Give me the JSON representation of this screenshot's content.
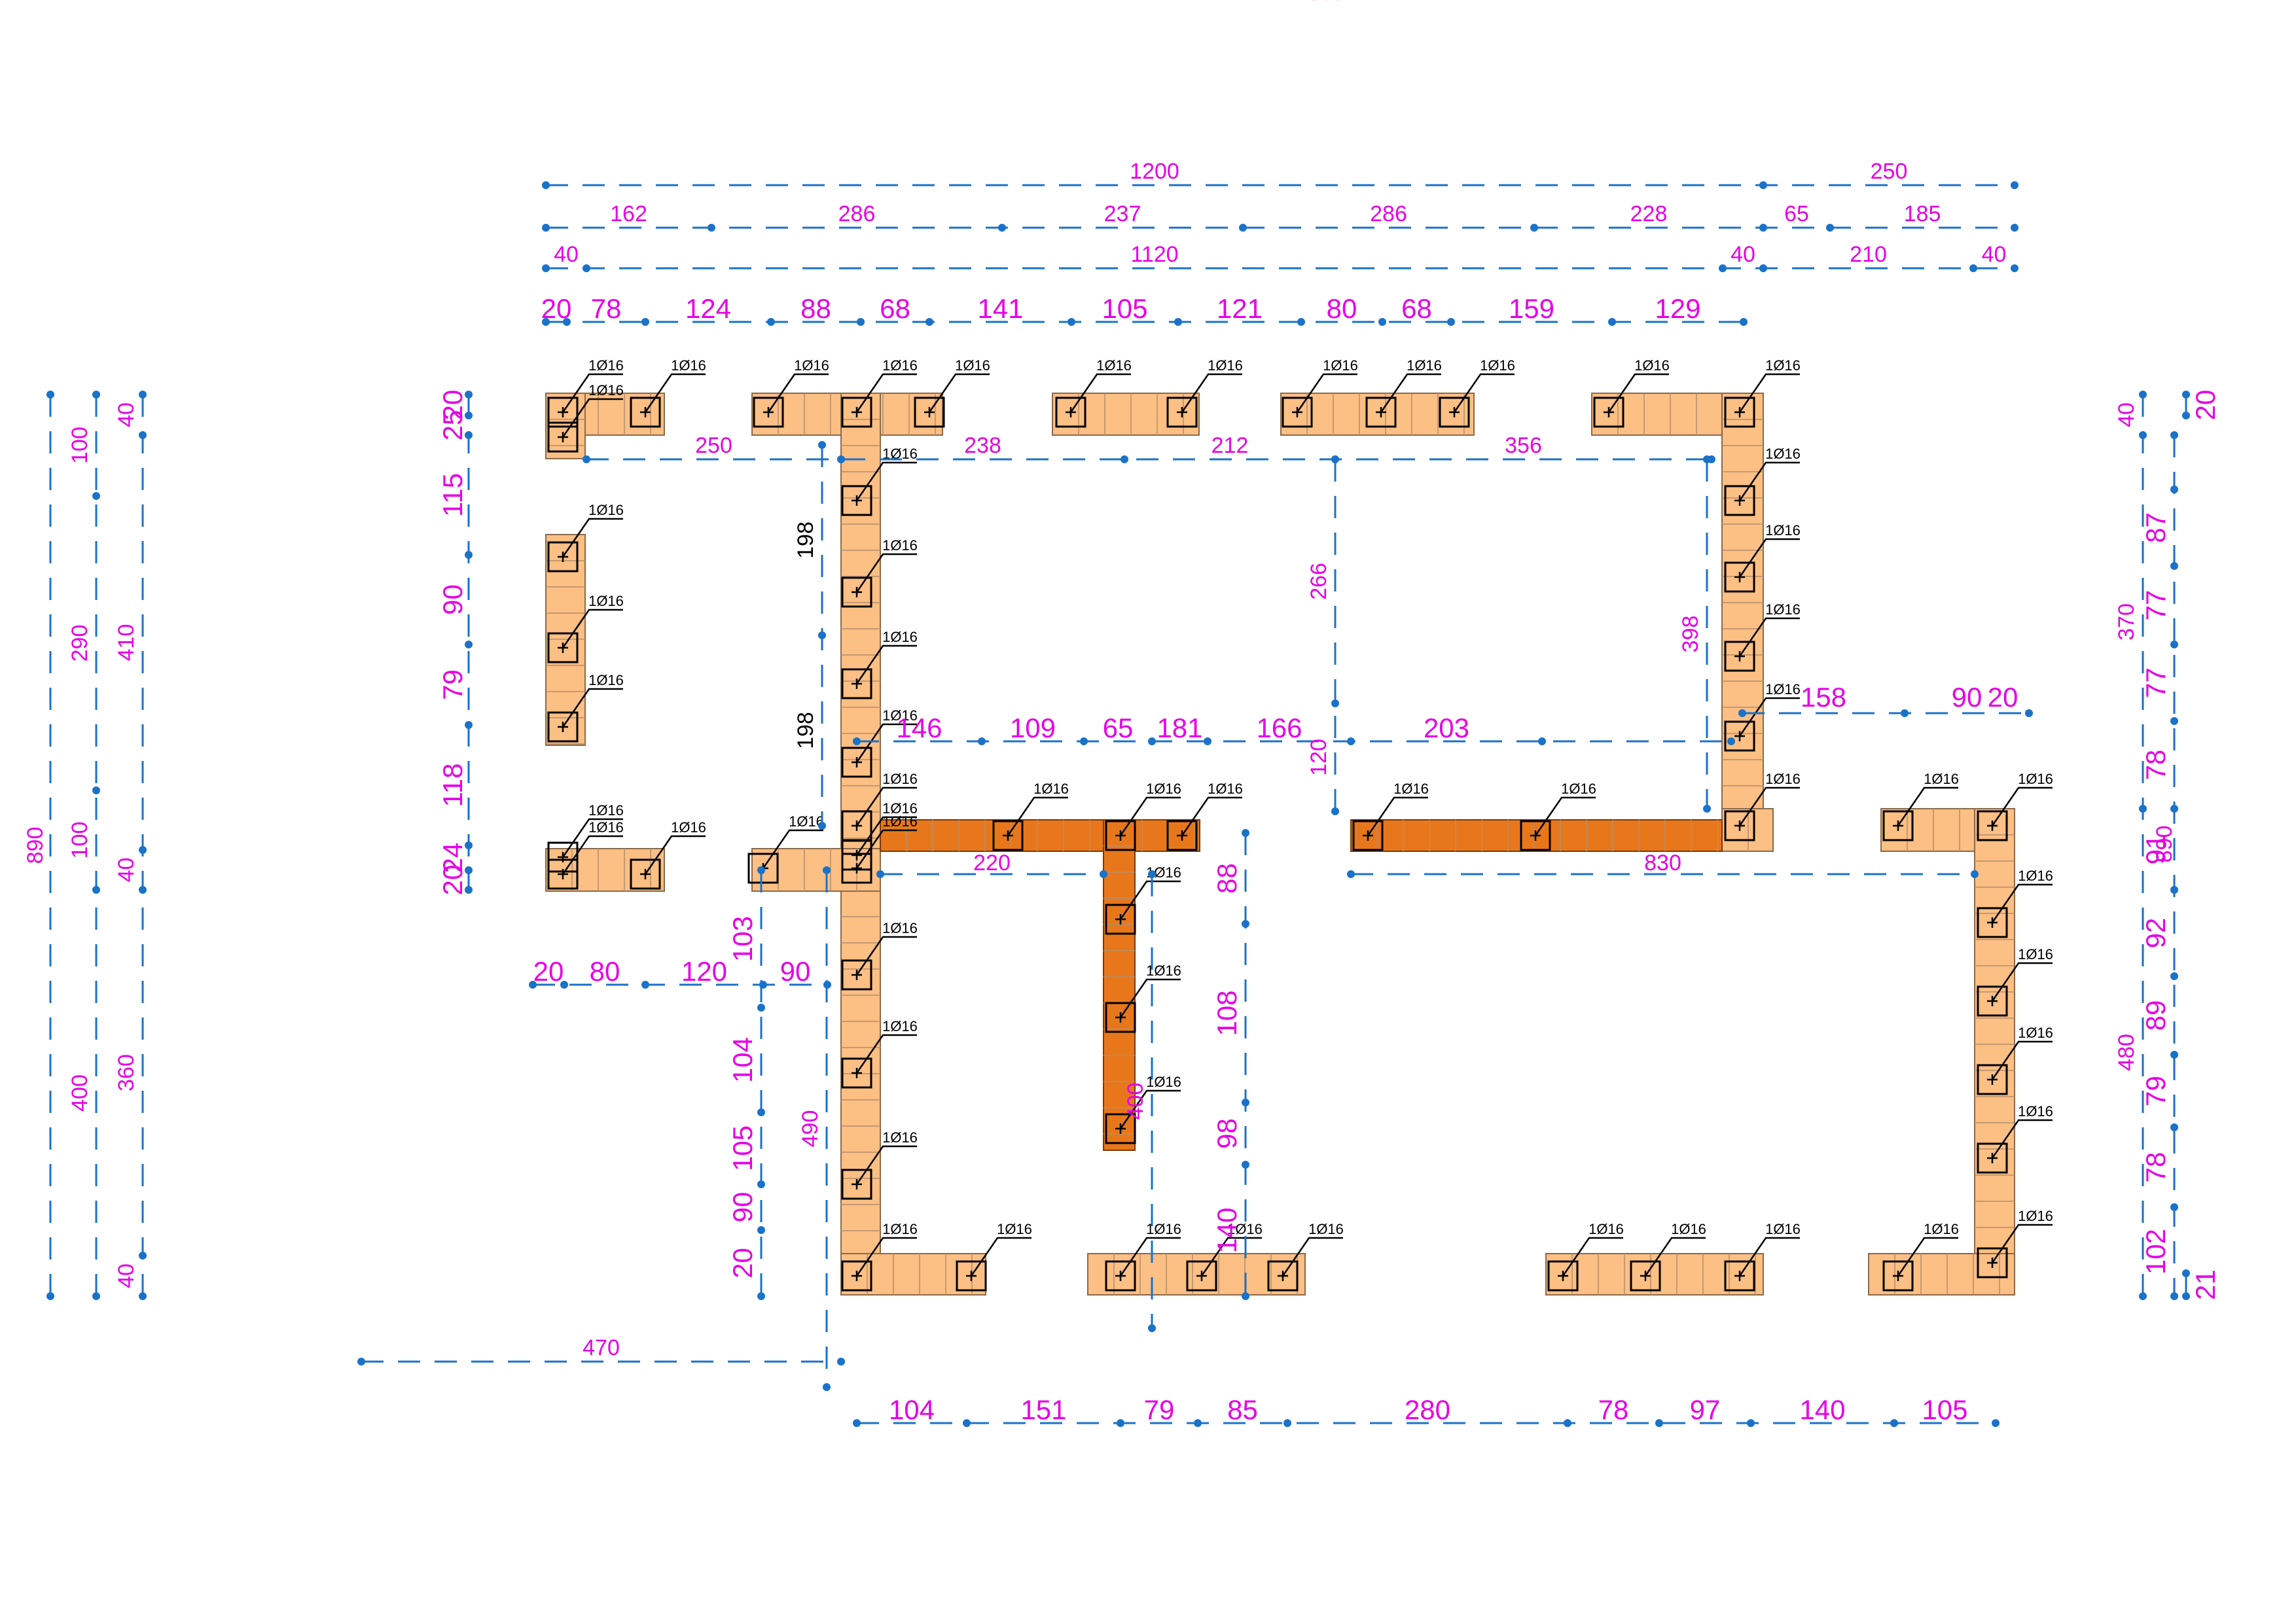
{
  "drawing": {
    "top_dims": {
      "row1": [
        "1200",
        "250"
      ],
      "row2": [
        "162",
        "286",
        "237",
        "286",
        "228",
        "65",
        "185"
      ],
      "row3": [
        "40",
        "1120",
        "40",
        "210",
        "40"
      ],
      "row4": [
        "20",
        "78",
        "124",
        "88",
        "68",
        "141",
        "105",
        "121",
        "80",
        "68",
        "159",
        "129"
      ]
    },
    "left_dims": {
      "outer": "890",
      "col2": [
        "100",
        "290",
        "100",
        "400"
      ],
      "col3": [
        "40",
        "410",
        "40",
        "360",
        "40"
      ],
      "wall": [
        "20",
        "25",
        "115",
        "90",
        "79",
        "118",
        "24",
        "20"
      ]
    },
    "right_dims": {
      "col1": [
        "40",
        "370",
        "480"
      ],
      "col1b": "890",
      "col2": [
        "87",
        "77",
        "77",
        "78",
        "91",
        "92",
        "89",
        "79",
        "78",
        "102"
      ],
      "col3": [
        "20",
        "21"
      ]
    },
    "inner_dims": {
      "room_top": [
        "250",
        "238",
        "212",
        "356"
      ],
      "room_mid": [
        "146",
        "109",
        "65",
        "181",
        "166",
        "203"
      ],
      "right_mid": [
        "158",
        "90",
        "20"
      ],
      "mid_long": [
        "220",
        "830"
      ],
      "vert_left": [
        "198",
        "198"
      ],
      "vert_room": [
        "266",
        "120",
        "398"
      ],
      "left_lower": [
        "20",
        "80",
        "120",
        "90"
      ],
      "left_lower_vert": [
        "103",
        "104",
        "105",
        "90",
        "20"
      ],
      "col_490": "490",
      "col_400": "400",
      "mid_vert": [
        "88",
        "108",
        "98",
        "140"
      ],
      "bottom_left": "470",
      "bottom": [
        "104",
        "151",
        "79",
        "85",
        "280",
        "78",
        "97",
        "140",
        "105"
      ]
    },
    "rebar_label": "1Ø16"
  }
}
